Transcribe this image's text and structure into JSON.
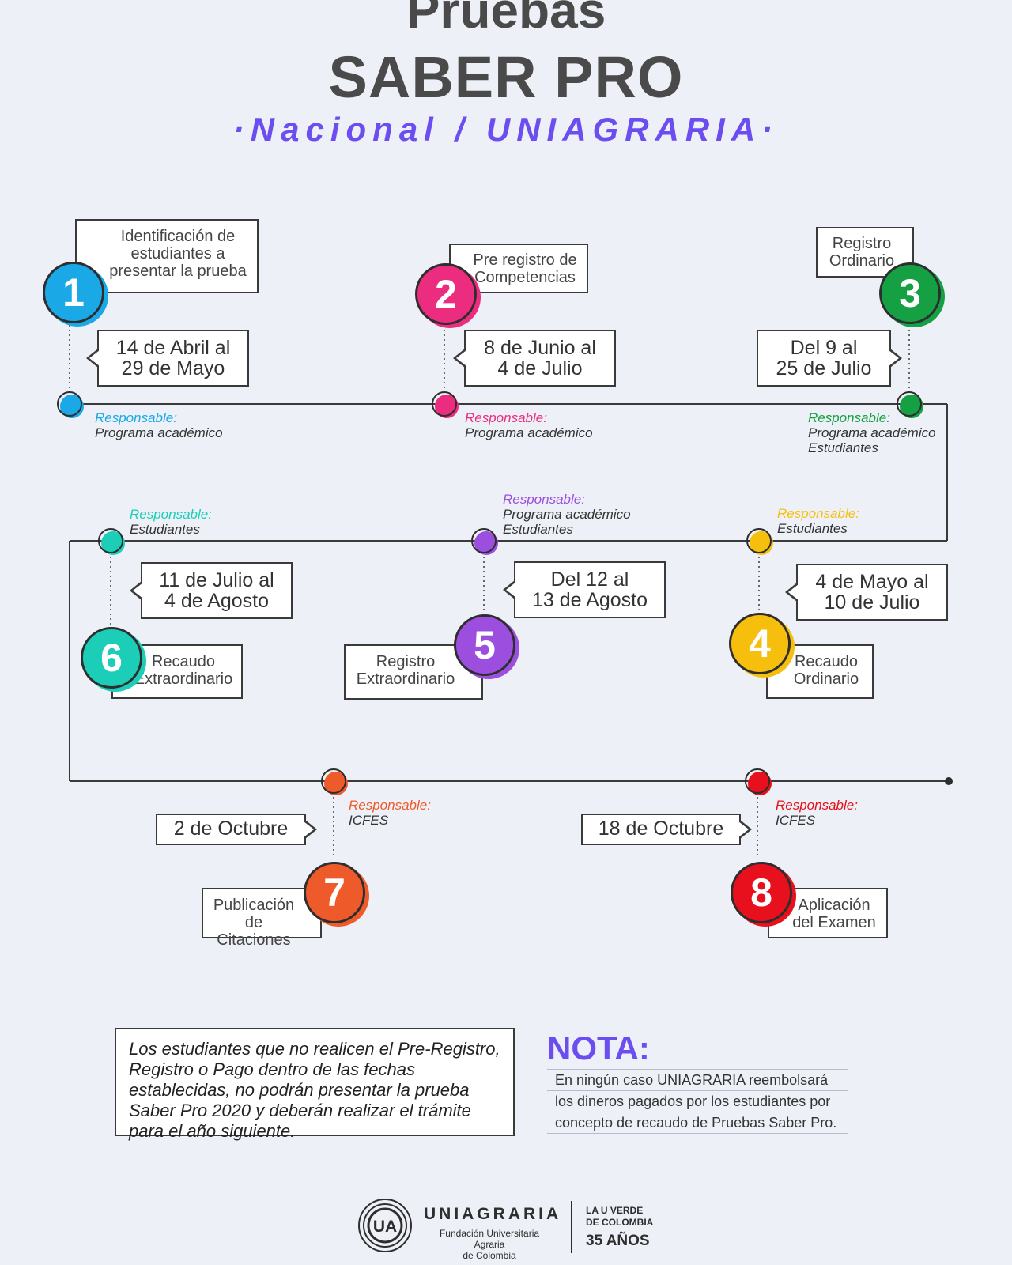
{
  "header": {
    "title_line1": "Pruebas",
    "title_line2": "SABER PRO",
    "subtitle": "·Nacional / UNIAGRARIA·"
  },
  "responsible_label": "Responsable:",
  "steps": [
    {
      "number": "1",
      "color": "#1aa9e6",
      "label": "Identificación de\nestudiantes a\npresentar la prueba",
      "date": "14 de Abril al\n29 de Mayo",
      "responsible": "Programa académico"
    },
    {
      "number": "2",
      "color": "#ec2c7e",
      "label": "Pre registro de\nCompetencias",
      "date": "8 de Junio al\n4 de Julio",
      "responsible": "Programa académico"
    },
    {
      "number": "3",
      "color": "#14a043",
      "label": "Registro\nOrdinario",
      "date": "Del 9 al\n25 de Julio",
      "responsible": "Programa académico\nEstudiantes"
    },
    {
      "number": "4",
      "color": "#f6bf0e",
      "label": "Recaudo\nOrdinario",
      "date": "4 de Mayo al\n10 de Julio",
      "responsible": "Estudiantes"
    },
    {
      "number": "5",
      "color": "#9c4fdf",
      "label": "Registro\nExtraordinario",
      "date": "Del 12 al\n13 de Agosto",
      "responsible": "Programa académico\nEstudiantes"
    },
    {
      "number": "6",
      "color": "#1ccdb7",
      "label": "Recaudo\nExtraordinario",
      "date": "11 de Julio al\n4 de Agosto",
      "responsible": "Estudiantes"
    },
    {
      "number": "7",
      "color": "#ee5a2a",
      "label": "Publicación\nde Citaciones",
      "date": "2 de Octubre",
      "responsible": "ICFES"
    },
    {
      "number": "8",
      "color": "#e8101c",
      "label": "Aplicación\ndel Examen",
      "date": "18 de Octubre",
      "responsible": "ICFES"
    }
  ],
  "warning": "Los estudiantes que no realicen el Pre-Registro, Registro o Pago dentro de las fechas establecidas, no podrán presentar la prueba Saber Pro 2020 y deberán realizar el trámite para el año siguiente.",
  "nota": {
    "title": "NOTA:",
    "lines": [
      "En ningún caso UNIAGRARIA reembolsará",
      "los dineros pagados por los estudiantes por",
      "concepto de recaudo de Pruebas Saber Pro."
    ]
  },
  "footer": {
    "logo_initials": "UA",
    "name": "UNIAGRARIA",
    "subtitle": "Fundación Universitaria Agraria\nde Colombia",
    "slogan": "LA U VERDE\nDE COLOMBIA",
    "years": "35 AÑOS"
  }
}
